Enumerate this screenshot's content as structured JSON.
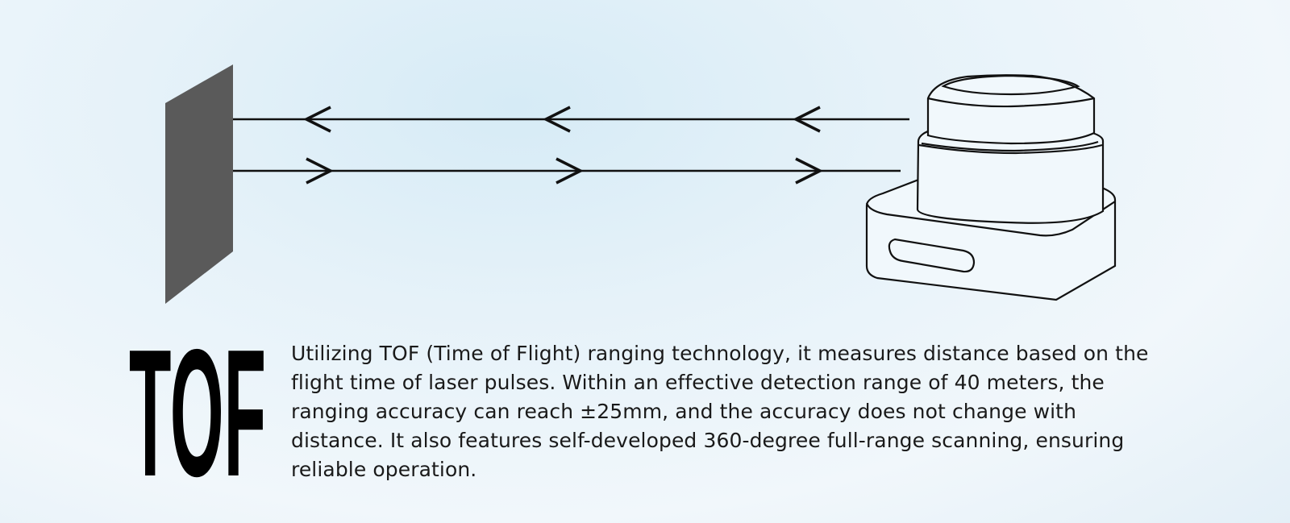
{
  "heading": "TOF",
  "description": "Utilizing TOF (Time of Flight) ranging technology, it measures distance based on the flight time of laser pulses. Within an effective detection range of 40 meters, the ranging accuracy can reach ±25mm, and the accuracy does not change with distance. It also features self-developed 360-degree full-range scanning, ensuring reliable operation.",
  "colors": {
    "target_panel": "#5a5a5a",
    "line": "#111111",
    "background": "#e6f2f9"
  },
  "diagram": {
    "elements": [
      "target-panel",
      "return-beam",
      "emitted-beam",
      "lidar-sensor"
    ],
    "return_arrow_icon": "chevron-left-icon",
    "emit_arrow_icon": "chevron-right-icon"
  }
}
